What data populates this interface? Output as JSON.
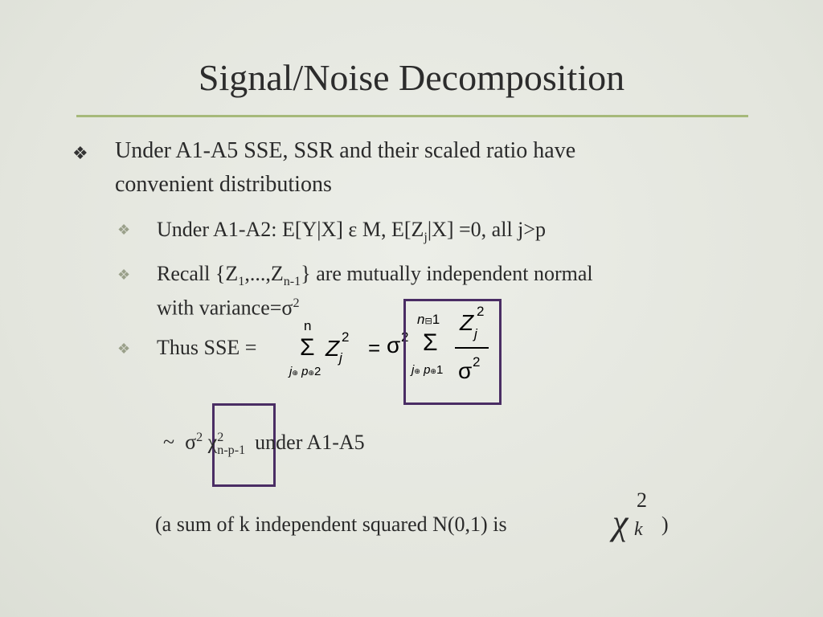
{
  "slide": {
    "title": "Signal/Noise Decomposition",
    "bullet_main": {
      "icon": "diamond-fleuron-icon",
      "line1": "Under A1-A5 SSE, SSR and their scaled ratio have",
      "line2": "convenient distributions"
    },
    "sub1": {
      "icon": "diamond-fleuron-icon",
      "pre": "Under A1-A2: E[Y|X] ε M, E[Z",
      "sub": "j",
      "post": "|X] =0, all j>p"
    },
    "sub2": {
      "icon": "diamond-fleuron-icon",
      "t1": "Recall {Z",
      "s1": "1",
      "t2": ",...,Z",
      "s2": "n-1",
      "t3": "} are mutually independent normal",
      "line2_pre": "with variance=σ",
      "line2_sup": "2"
    },
    "sub3": {
      "icon": "diamond-fleuron-icon",
      "label": "Thus SSE ="
    },
    "formula": {
      "sum_symbol": "Σ",
      "upper1": "n",
      "lower1_j": "j",
      "lower1_glyph": "⊕",
      "lower1_p": "p",
      "lower1_glyph2": "⊕",
      "lower1_num": "2",
      "z": "Z",
      "z_sup": "2",
      "z_sub": "j",
      "equals": "=",
      "sigma": "σ",
      "sigma_sup": "2",
      "upper2_n": "n",
      "upper2_glyph": "⊟",
      "upper2_num": "1",
      "lower2_j": "j",
      "lower2_glyph": "⊕",
      "lower2_p": "p",
      "lower2_glyph2": "⊕",
      "lower2_num": "1",
      "num_z": "Z",
      "num_sup": "2",
      "num_sub": "j",
      "den_sigma": "σ",
      "den_sup": "2"
    },
    "dist_line": {
      "tilde": "~",
      "sigma": "σ",
      "sigma_sup": "2",
      "chi": "χ",
      "chi_sup": "2",
      "chi_sub": "n-p-1",
      "post": "under A1-A5"
    },
    "note": {
      "text": "(a sum of k independent squared N(0,1) is",
      "chi": "χ",
      "chi_sup": "2",
      "chi_sub": "k",
      "close": ")"
    }
  }
}
